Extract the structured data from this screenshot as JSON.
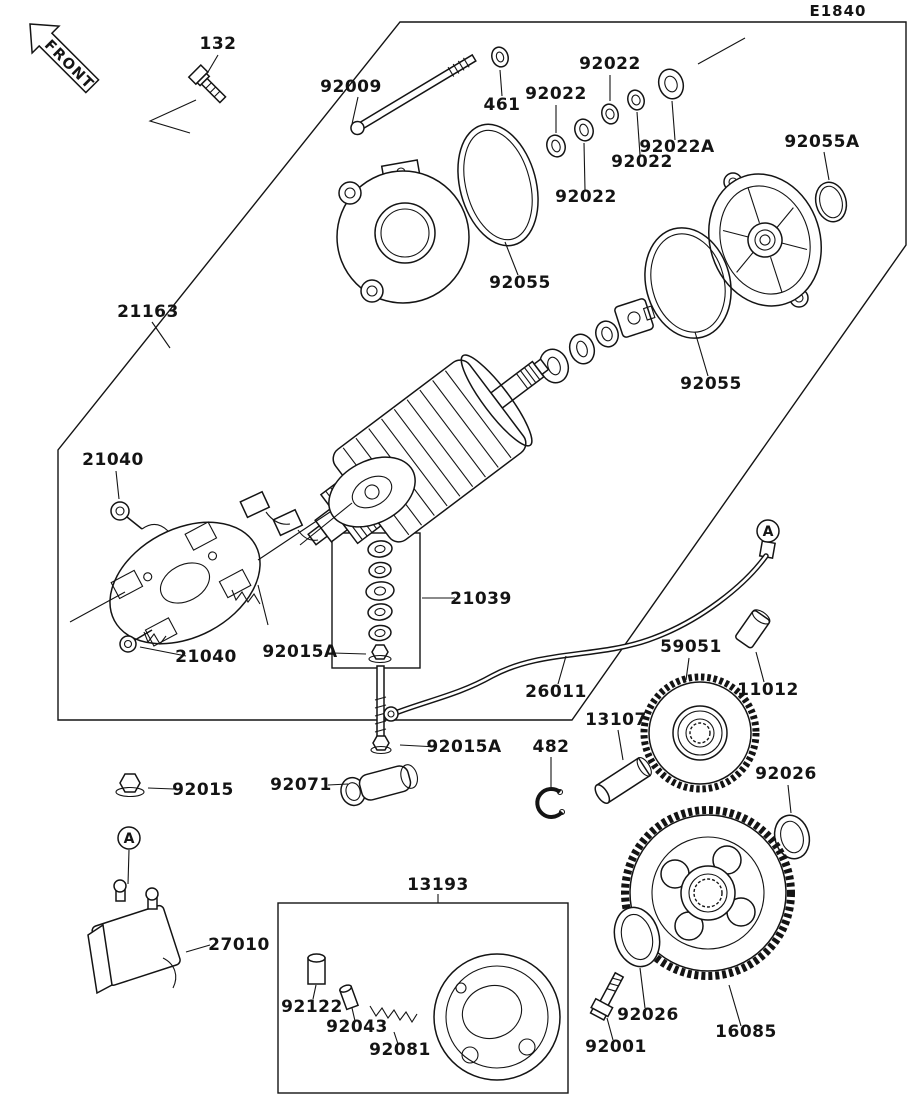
{
  "meta": {
    "sheet_code": "E1840",
    "front_label": "FRONT",
    "marker_a": "A"
  },
  "colors": {
    "ink": "#141414",
    "paper": "#ffffff"
  },
  "parts": {
    "k132": "132",
    "k461": "461",
    "k482": "482",
    "k11012": "11012",
    "k13107": "13107",
    "k13193": "13193",
    "k16085": "16085",
    "k21039": "21039",
    "k21040": "21040",
    "k21163": "21163",
    "k26011": "26011",
    "k27010": "27010",
    "k59051": "59051",
    "k92001": "92001",
    "k92009": "92009",
    "k92015": "92015",
    "k92015a": "92015A",
    "k92022": "92022",
    "k92022a": "92022A",
    "k92026": "92026",
    "k92043": "92043",
    "k92055": "92055",
    "k92055a": "92055A",
    "k92071": "92071",
    "k92081": "92081",
    "k92122": "92122"
  }
}
